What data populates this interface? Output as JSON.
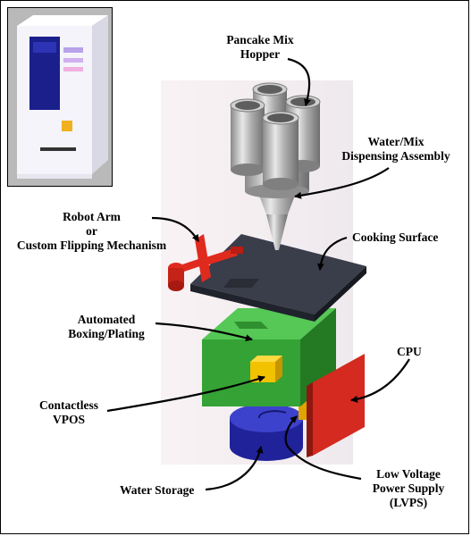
{
  "labels": {
    "hopper": [
      "Pancake Mix",
      "Hopper"
    ],
    "dispensing": [
      "Water/Mix",
      "Dispensing Assembly"
    ],
    "robot_arm": [
      "Robot Arm",
      "or",
      "Custom Flipping Mechanism"
    ],
    "cooking": "Cooking Surface",
    "boxing": [
      "Automated",
      "Boxing/Plating"
    ],
    "cpu": "CPU",
    "vpos": [
      "Contactless",
      "VPOS"
    ],
    "water": "Water Storage",
    "lvps": [
      "Low Voltage",
      "Power Supply",
      "(LVPS)"
    ]
  },
  "colors": {
    "hopper_metal": "#b8b8b8",
    "plate": "#3a3d4a",
    "box_green": "#3daa3d",
    "cpu_red": "#d42a20",
    "arm_red": "#e02a1e",
    "vpos_yellow": "#f2c200",
    "water_blue": "#2b2fb0",
    "kiosk_white": "#f4f4fa",
    "screen": "#1a1f8c"
  }
}
